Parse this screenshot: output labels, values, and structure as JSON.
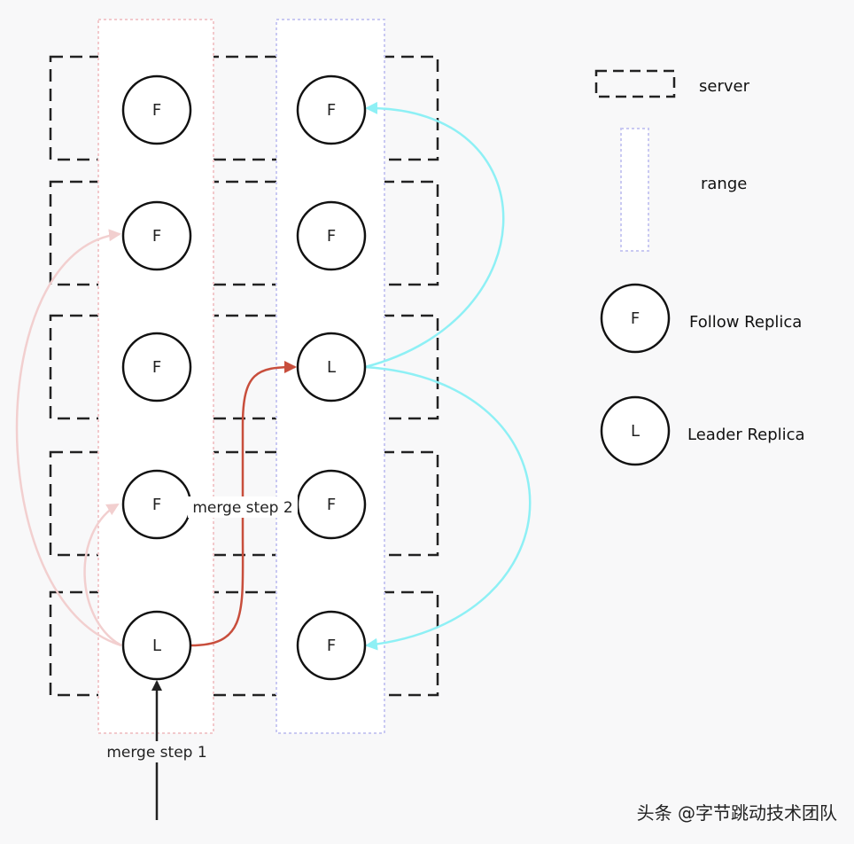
{
  "colors": {
    "background": "#f8f8f9",
    "server_border": "#222222",
    "range_left_border": "#f2c9cc",
    "range_right_border": "#c9c9f2",
    "range_fill": "#ffffff",
    "merge_step1_arrow": "#222222",
    "merge_step2_arrow": "#c84e3c",
    "left_range_arrows": "#f2cfcf",
    "right_range_arrows": "#8ef0f5"
  },
  "left_range": {
    "nodes": [
      {
        "label": "F"
      },
      {
        "label": "F"
      },
      {
        "label": "F"
      },
      {
        "label": "F"
      },
      {
        "label": "L"
      }
    ]
  },
  "right_range": {
    "nodes": [
      {
        "label": "F"
      },
      {
        "label": "F"
      },
      {
        "label": "L"
      },
      {
        "label": "F"
      },
      {
        "label": "F"
      }
    ]
  },
  "annotations": {
    "merge_step_1": "merge step 1",
    "merge_step_2": "merge step 2"
  },
  "legend": {
    "server": "server",
    "range": "range",
    "follow_replica": {
      "symbol": "F",
      "label": "Follow Replica"
    },
    "leader_replica": {
      "symbol": "L",
      "label": "Leader Replica"
    }
  },
  "watermark": "头条 @字节跳动技术团队"
}
